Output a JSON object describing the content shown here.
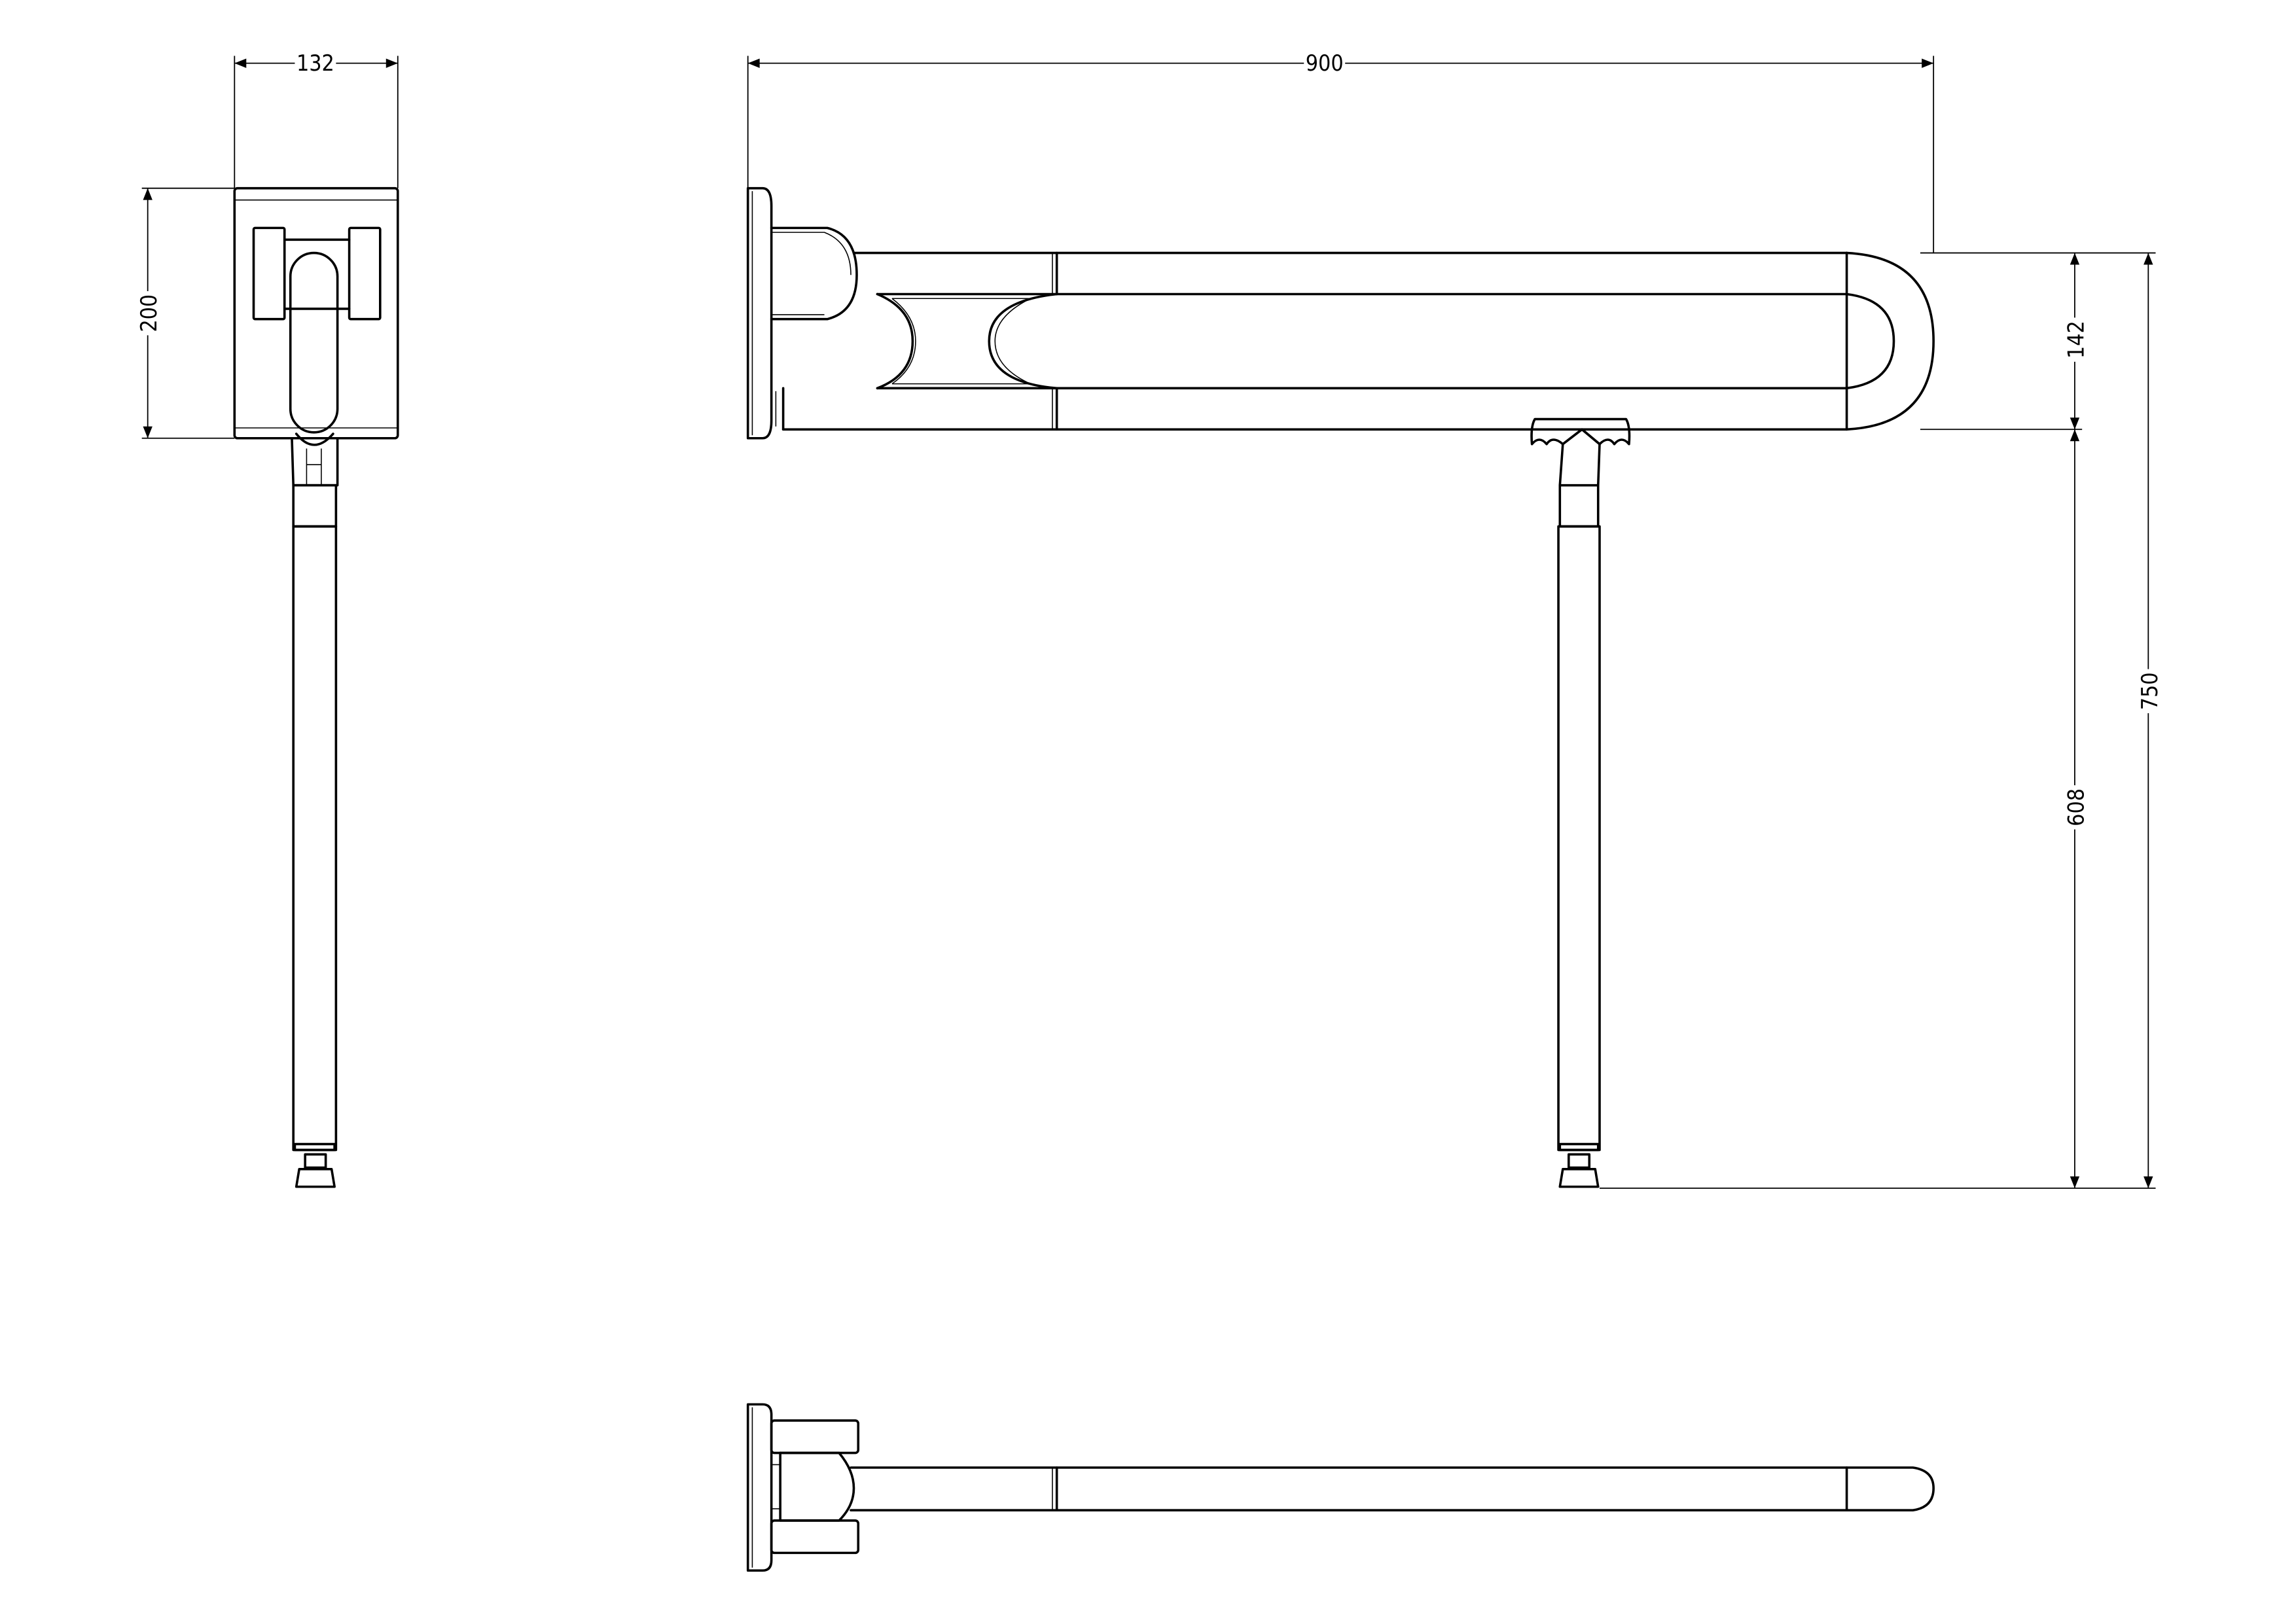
{
  "drawing": {
    "side_view": {
      "width_label": "132",
      "height_label": "200"
    },
    "front_view": {
      "length_label": "900",
      "rail_height_label": "142",
      "leg_height_label": "608",
      "total_height_label": "750"
    },
    "colors": {
      "line": "#000000",
      "background": "#ffffff"
    }
  }
}
